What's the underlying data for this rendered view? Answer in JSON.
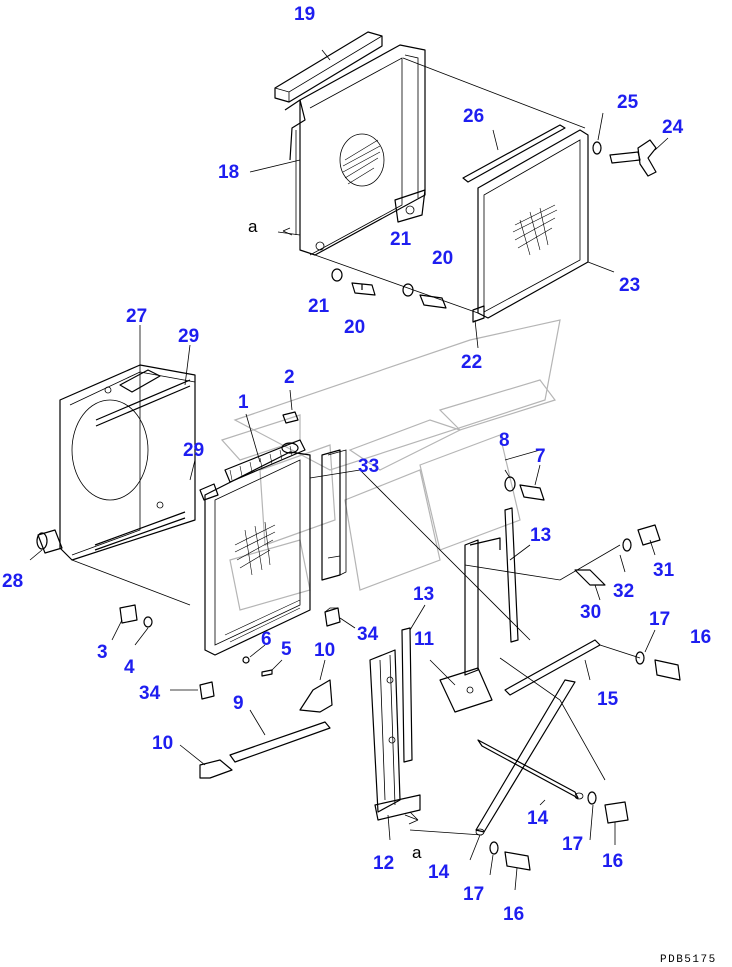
{
  "document_id": "PDB5175",
  "view_marker": "a",
  "callouts": {
    "c1": "1",
    "c2": "2",
    "c3": "3",
    "c4": "4",
    "c5": "5",
    "c6": "6",
    "c7": "7",
    "c8": "8",
    "c9": "9",
    "c10a": "10",
    "c10b": "10",
    "c11": "11",
    "c12": "12",
    "c13a": "13",
    "c13b": "13",
    "c14a": "14",
    "c14b": "14",
    "c15": "15",
    "c16a": "16",
    "c16b": "16",
    "c16c": "16",
    "c17a": "17",
    "c17b": "17",
    "c17c": "17",
    "c18": "18",
    "c19": "19",
    "c20a": "20",
    "c20b": "20",
    "c21a": "21",
    "c21b": "21",
    "c22": "22",
    "c23": "23",
    "c24": "24",
    "c25": "25",
    "c26": "26",
    "c27": "27",
    "c28": "28",
    "c29a": "29",
    "c29b": "29",
    "c30": "30",
    "c31": "31",
    "c32": "32",
    "c33": "33",
    "c34a": "34",
    "c34b": "34"
  }
}
